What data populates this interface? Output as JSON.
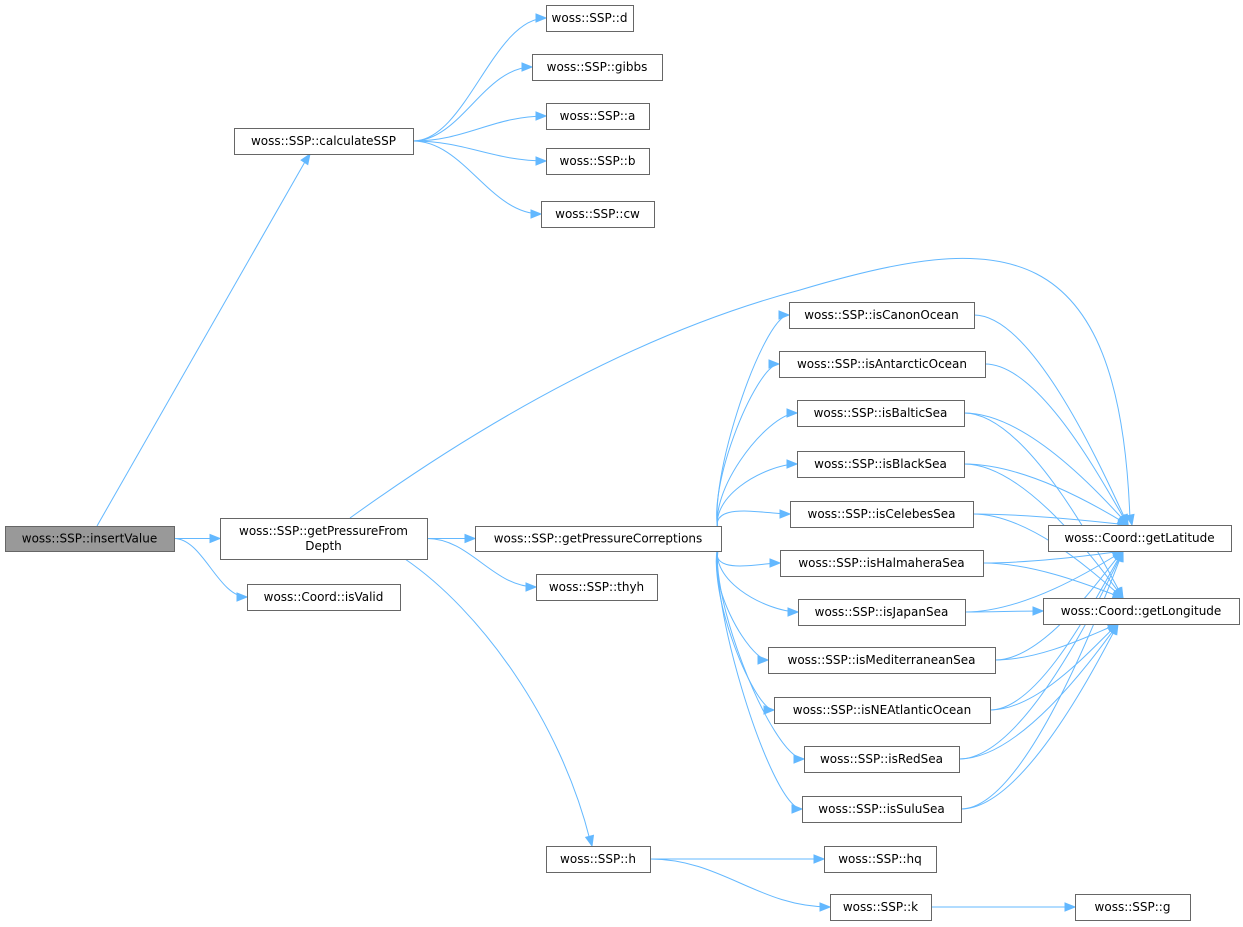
{
  "graph": {
    "nodes": [
      {
        "id": "insertValue",
        "label": [
          "woss::SSP::insertValue"
        ],
        "highlight": true
      },
      {
        "id": "getPressureFromDepth",
        "label": [
          "woss::SSP::getPressureFrom",
          "Depth"
        ]
      },
      {
        "id": "isValid",
        "label": [
          "woss::Coord::isValid"
        ]
      },
      {
        "id": "calculateSSP",
        "label": [
          "woss::SSP::calculateSSP"
        ]
      },
      {
        "id": "d",
        "label": [
          "woss::SSP::d"
        ]
      },
      {
        "id": "gibbs",
        "label": [
          "woss::SSP::gibbs"
        ]
      },
      {
        "id": "a",
        "label": [
          "woss::SSP::a"
        ]
      },
      {
        "id": "b",
        "label": [
          "woss::SSP::b"
        ]
      },
      {
        "id": "cw",
        "label": [
          "woss::SSP::cw"
        ]
      },
      {
        "id": "getPressureCorreptions",
        "label": [
          "woss::SSP::getPressureCorreptions"
        ]
      },
      {
        "id": "thyh",
        "label": [
          "woss::SSP::thyh"
        ]
      },
      {
        "id": "h",
        "label": [
          "woss::SSP::h"
        ]
      },
      {
        "id": "hq",
        "label": [
          "woss::SSP::hq"
        ]
      },
      {
        "id": "k",
        "label": [
          "woss::SSP::k"
        ]
      },
      {
        "id": "g",
        "label": [
          "woss::SSP::g"
        ]
      },
      {
        "id": "isCanonOcean",
        "label": [
          "woss::SSP::isCanonOcean"
        ]
      },
      {
        "id": "isAntarcticOcean",
        "label": [
          "woss::SSP::isAntarcticOcean"
        ]
      },
      {
        "id": "isBalticSea",
        "label": [
          "woss::SSP::isBalticSea"
        ]
      },
      {
        "id": "isBlackSea",
        "label": [
          "woss::SSP::isBlackSea"
        ]
      },
      {
        "id": "isCelebesSea",
        "label": [
          "woss::SSP::isCelebesSea"
        ]
      },
      {
        "id": "isHalmaheraSea",
        "label": [
          "woss::SSP::isHalmaheraSea"
        ]
      },
      {
        "id": "isJapanSea",
        "label": [
          "woss::SSP::isJapanSea"
        ]
      },
      {
        "id": "isMediterraneanSea",
        "label": [
          "woss::SSP::isMediterraneanSea"
        ]
      },
      {
        "id": "isNEAtlanticOcean",
        "label": [
          "woss::SSP::isNEAtlanticOcean"
        ]
      },
      {
        "id": "isRedSea",
        "label": [
          "woss::SSP::isRedSea"
        ]
      },
      {
        "id": "isSuluSea",
        "label": [
          "woss::SSP::isSuluSea"
        ]
      },
      {
        "id": "getLatitude",
        "label": [
          "woss::Coord::getLatitude"
        ]
      },
      {
        "id": "getLongitude",
        "label": [
          "woss::Coord::getLongitude"
        ]
      }
    ],
    "edges": [
      [
        "insertValue",
        "calculateSSP"
      ],
      [
        "insertValue",
        "getPressureFromDepth"
      ],
      [
        "insertValue",
        "isValid"
      ],
      [
        "calculateSSP",
        "d"
      ],
      [
        "calculateSSP",
        "gibbs"
      ],
      [
        "calculateSSP",
        "a"
      ],
      [
        "calculateSSP",
        "b"
      ],
      [
        "calculateSSP",
        "cw"
      ],
      [
        "getPressureFromDepth",
        "getLatitude"
      ],
      [
        "getPressureFromDepth",
        "getPressureCorreptions"
      ],
      [
        "getPressureFromDepth",
        "thyh"
      ],
      [
        "getPressureFromDepth",
        "h"
      ],
      [
        "getPressureCorreptions",
        "isCanonOcean"
      ],
      [
        "getPressureCorreptions",
        "isAntarcticOcean"
      ],
      [
        "getPressureCorreptions",
        "isBalticSea"
      ],
      [
        "getPressureCorreptions",
        "isBlackSea"
      ],
      [
        "getPressureCorreptions",
        "isCelebesSea"
      ],
      [
        "getPressureCorreptions",
        "isHalmaheraSea"
      ],
      [
        "getPressureCorreptions",
        "isJapanSea"
      ],
      [
        "getPressureCorreptions",
        "isMediterraneanSea"
      ],
      [
        "getPressureCorreptions",
        "isNEAtlanticOcean"
      ],
      [
        "getPressureCorreptions",
        "isRedSea"
      ],
      [
        "getPressureCorreptions",
        "isSuluSea"
      ],
      [
        "isCanonOcean",
        "getLatitude"
      ],
      [
        "isAntarcticOcean",
        "getLatitude"
      ],
      [
        "isBalticSea",
        "getLatitude"
      ],
      [
        "isBalticSea",
        "getLongitude"
      ],
      [
        "isBlackSea",
        "getLatitude"
      ],
      [
        "isBlackSea",
        "getLongitude"
      ],
      [
        "isCelebesSea",
        "getLatitude"
      ],
      [
        "isCelebesSea",
        "getLongitude"
      ],
      [
        "isHalmaheraSea",
        "getLatitude"
      ],
      [
        "isHalmaheraSea",
        "getLongitude"
      ],
      [
        "isJapanSea",
        "getLatitude"
      ],
      [
        "isJapanSea",
        "getLongitude"
      ],
      [
        "isMediterraneanSea",
        "getLatitude"
      ],
      [
        "isMediterraneanSea",
        "getLongitude"
      ],
      [
        "isNEAtlanticOcean",
        "getLatitude"
      ],
      [
        "isNEAtlanticOcean",
        "getLongitude"
      ],
      [
        "isRedSea",
        "getLatitude"
      ],
      [
        "isRedSea",
        "getLongitude"
      ],
      [
        "isSuluSea",
        "getLatitude"
      ],
      [
        "isSuluSea",
        "getLongitude"
      ],
      [
        "h",
        "hq"
      ],
      [
        "h",
        "k"
      ],
      [
        "k",
        "g"
      ]
    ],
    "colors": {
      "edge": "#63b8ff",
      "border": "#666666",
      "highlight_fill": "#999999"
    }
  }
}
